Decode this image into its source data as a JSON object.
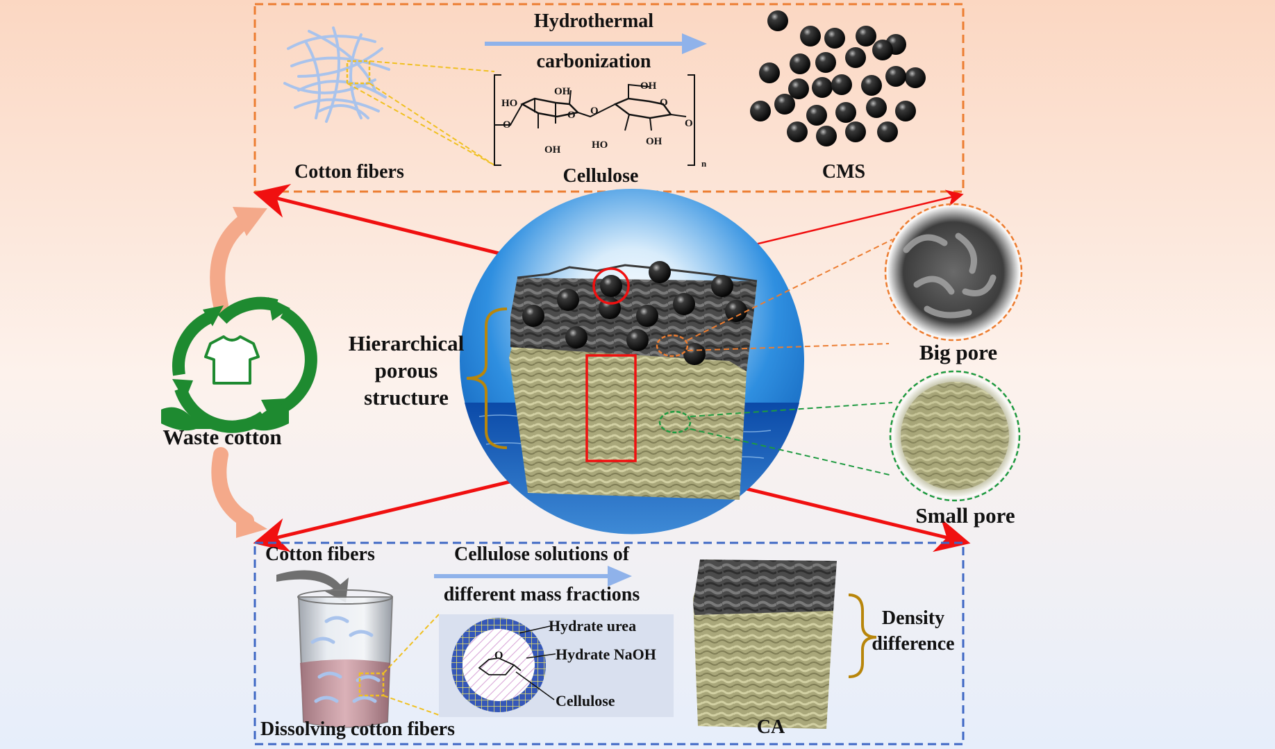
{
  "top_panel": {
    "cotton_fibers": "Cotton fibers",
    "process_line1": "Hydrothermal",
    "process_line2": "carbonization",
    "cellulose": "Cellulose",
    "cms": "CMS",
    "chem": {
      "oh1": "OH",
      "oh2": "OH",
      "oh3": "OH",
      "ho1": "HO",
      "ho2": "HO",
      "oh4": "OH",
      "o_ring1": "O",
      "o_ring2": "O",
      "o_link": "O",
      "o_left": "O",
      "o_right": "O",
      "n": "n"
    }
  },
  "left": {
    "waste_cotton": "Waste cotton"
  },
  "center": {
    "hier_line1": "Hierarchical",
    "hier_line2": "porous",
    "hier_line3": "structure"
  },
  "right": {
    "big_pore": "Big pore",
    "small_pore": "Small pore"
  },
  "bottom_panel": {
    "cotton_fibers": "Cotton fibers",
    "process_line1": "Cellulose solutions of",
    "process_line2": "different mass fractions",
    "hydrate_urea": "Hydrate urea",
    "hydrate_naoh": "Hydrate NaOH",
    "cellulose": "Cellulose",
    "ring_o": "O",
    "dissolving": "Dissolving cotton fibers",
    "density_line1": "Density",
    "density_line2": "difference",
    "ca": "CA"
  },
  "colors": {
    "orange_border": "#ec7d31",
    "blue_border": "#3e67c4",
    "red_arrow": "#f01010",
    "salmon_arrow": "#f4a98a",
    "green_recycle": "#1e8a30",
    "dark_gray_top": "#505050",
    "khaki_body": "#bbb98a",
    "blue_arrow": "#8fb2ea"
  }
}
